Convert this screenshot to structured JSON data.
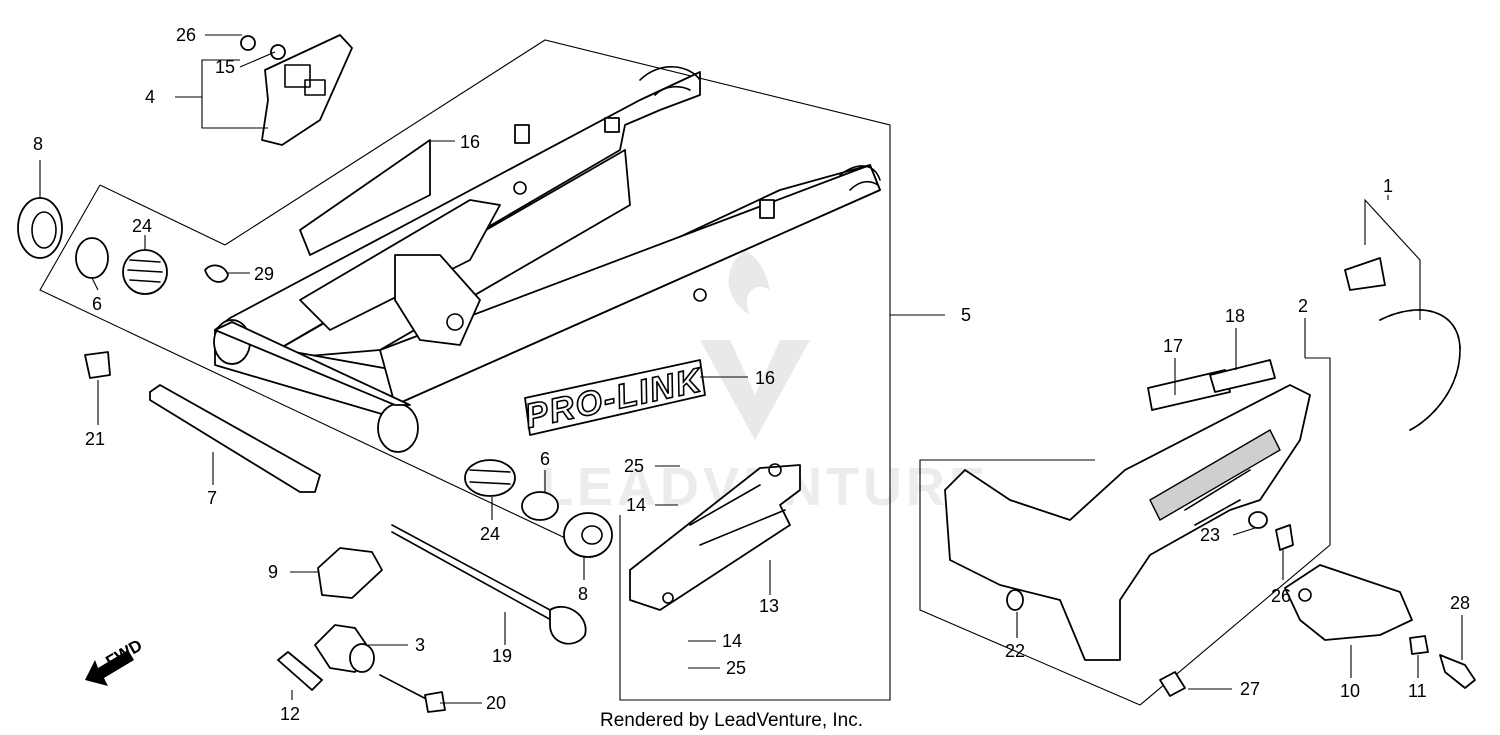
{
  "diagram": {
    "credit": "Rendered by LeadVenture, Inc.",
    "watermark": "LEADVENTURE",
    "decal_text": "PRO-LINK",
    "direction_label": "FWD",
    "callouts": {
      "c1": "1",
      "c2": "2",
      "c3": "3",
      "c4": "4",
      "c5": "5",
      "c6a": "6",
      "c6b": "6",
      "c7": "7",
      "c8a": "8",
      "c8b": "8",
      "c9": "9",
      "c10": "10",
      "c11": "11",
      "c12": "12",
      "c13": "13",
      "c14a": "14",
      "c14b": "14",
      "c15": "15",
      "c16a": "16",
      "c16b": "16",
      "c17": "17",
      "c18": "18",
      "c19": "19",
      "c20": "20",
      "c21": "21",
      "c22": "22",
      "c23": "23",
      "c24a": "24",
      "c24b": "24",
      "c25a": "25",
      "c25b": "25",
      "c26a": "26",
      "c26b": "26",
      "c27": "27",
      "c28": "28",
      "c29": "29"
    }
  }
}
